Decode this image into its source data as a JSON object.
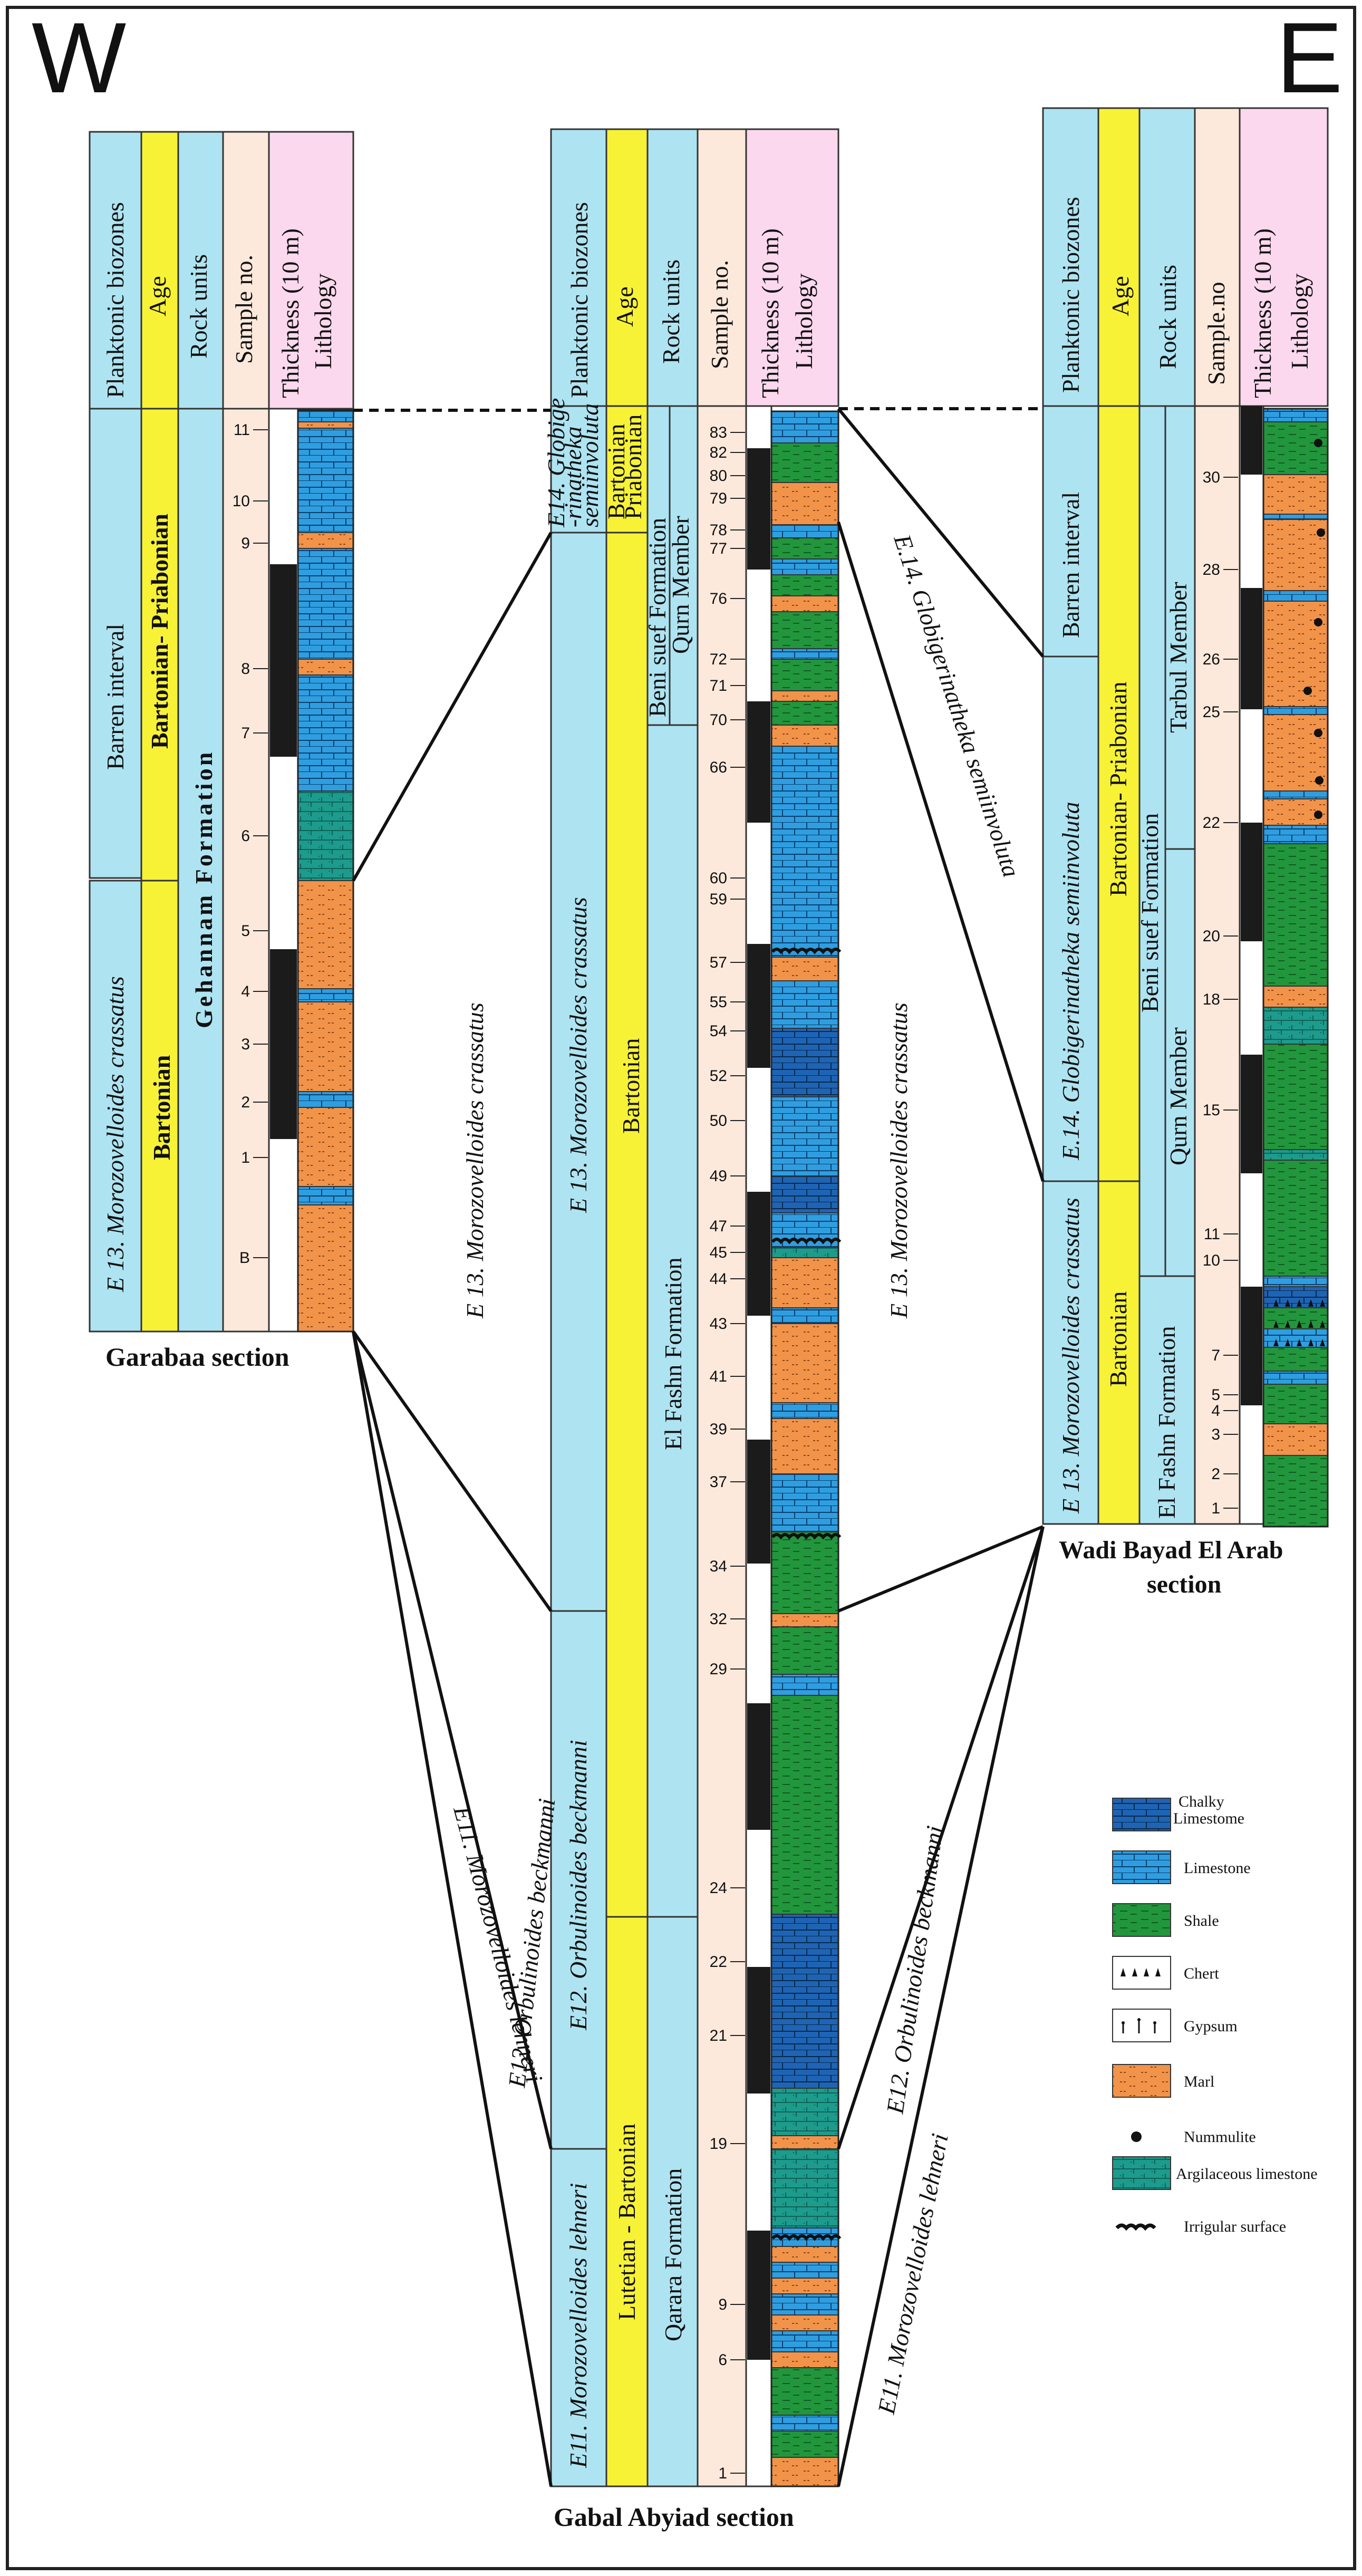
{
  "directions": {
    "west": "W",
    "east": "E"
  },
  "colors": {
    "biozone": "#aee4f2",
    "age": "#f7f236",
    "rock": "#aee4f2",
    "sample": "#fde9dc",
    "lith_header": "#fbd8ee",
    "limestone": "#2f9ee0",
    "chalky": "#1f64b4",
    "shale": "#22963c",
    "marl": "#f2934a",
    "argil": "#1d9b8c",
    "column_black": "#1b1b1b"
  },
  "headers": {
    "biozones": "Planktonic biozones",
    "age": "Age",
    "rock": "Rock units",
    "sample": "Sample no.",
    "sample_alt": "Sample.no",
    "thickness": "Thickness (10 m)",
    "lithology": "Lithology"
  },
  "garabaa": {
    "title": "Garabaa section",
    "zone_upper": "Barren interval",
    "zone_lower": "E 13. Morozovelloides crassatus",
    "age_upper": "Bartonian- Priabonian",
    "age_lower": "Bartonian",
    "formation": "Gehannam Formation",
    "samples": [
      "11",
      "10",
      "9",
      "8",
      "7",
      "6",
      "5",
      "4",
      "3",
      "2",
      "1",
      "B"
    ]
  },
  "abyiad": {
    "title": "Gabal Abyiad section",
    "zone_e14": "E14. Globige -rinatheka semiinvoluta",
    "zone_e13": "E 13. Morozovelloides crassatus",
    "zone_e12": "E12. Orbulinoides beckmanni",
    "zone_e11": "E11. Morozovelloides lehneri",
    "age_top": "Bartonian Priabonian",
    "age_mid": "Bartonian",
    "age_low": "Lutetian - Bartonian",
    "form_benisuef": "Beni suef Formation",
    "member_qurn": "Qurn Member",
    "form_elfashn": "El Fashn Formation",
    "form_qarara": "Qarara Formation",
    "samples": [
      "83",
      "82",
      "80",
      "79",
      "78",
      "77",
      "76",
      "72",
      "71",
      "70",
      "66",
      "60",
      "59",
      "57",
      "55",
      "54",
      "52",
      "50",
      "49",
      "47",
      "45",
      "44",
      "43",
      "41",
      "39",
      "37",
      "34",
      "32",
      "29",
      "24",
      "22",
      "21",
      "19",
      "9",
      "6",
      "1"
    ]
  },
  "wadi": {
    "title_line1": "Wadi Bayad El Arab",
    "title_line2": "section",
    "zone_barren": "Barren interval",
    "zone_e14": "E.14. Globigerinatheka semiinvoluta",
    "zone_e13": "E 13. Morozovelloides crassatus",
    "age_upper": "Bartonian- Priabonian",
    "age_lower": "Bartonian",
    "form_benisuef": "Beni suef Formation",
    "member_tarbul": "Tarbul Member",
    "member_qurn": "Qurn Member",
    "form_elfashn": "El Fashn Formation",
    "samples": [
      "30",
      "28",
      "26",
      "25",
      "22",
      "20",
      "18",
      "15",
      "11",
      "10",
      "7",
      "5",
      "4",
      "3",
      "2",
      "1"
    ]
  },
  "correlation": {
    "e14": "E.14. Globigerinatheka semiinvoluta",
    "e13_left": "E 13. Morozovelloides crassatus",
    "e13_right": "E 13. Morozovelloides crassatus",
    "e12_left": "E12. Orbulinoides beckmanni",
    "e12_right": "E12. Orbulinoides beckmanni",
    "e11_left": "E11. Morozovelloides lehneri",
    "e11_right": "E11. Morozovelloides lehneri"
  },
  "legend": [
    {
      "key": "chalky",
      "label": "Chalky Limestome"
    },
    {
      "key": "limestone",
      "label": "Limestone"
    },
    {
      "key": "shale",
      "label": "Shale"
    },
    {
      "key": "chert",
      "label": "Chert"
    },
    {
      "key": "gypsum",
      "label": "Gypsum"
    },
    {
      "key": "marl",
      "label": "Marl"
    },
    {
      "key": "nummulite",
      "label": "Nummulite"
    },
    {
      "key": "argil",
      "label": "Argilaceous limestone"
    },
    {
      "key": "irregular",
      "label": "Irrigular surface"
    }
  ]
}
